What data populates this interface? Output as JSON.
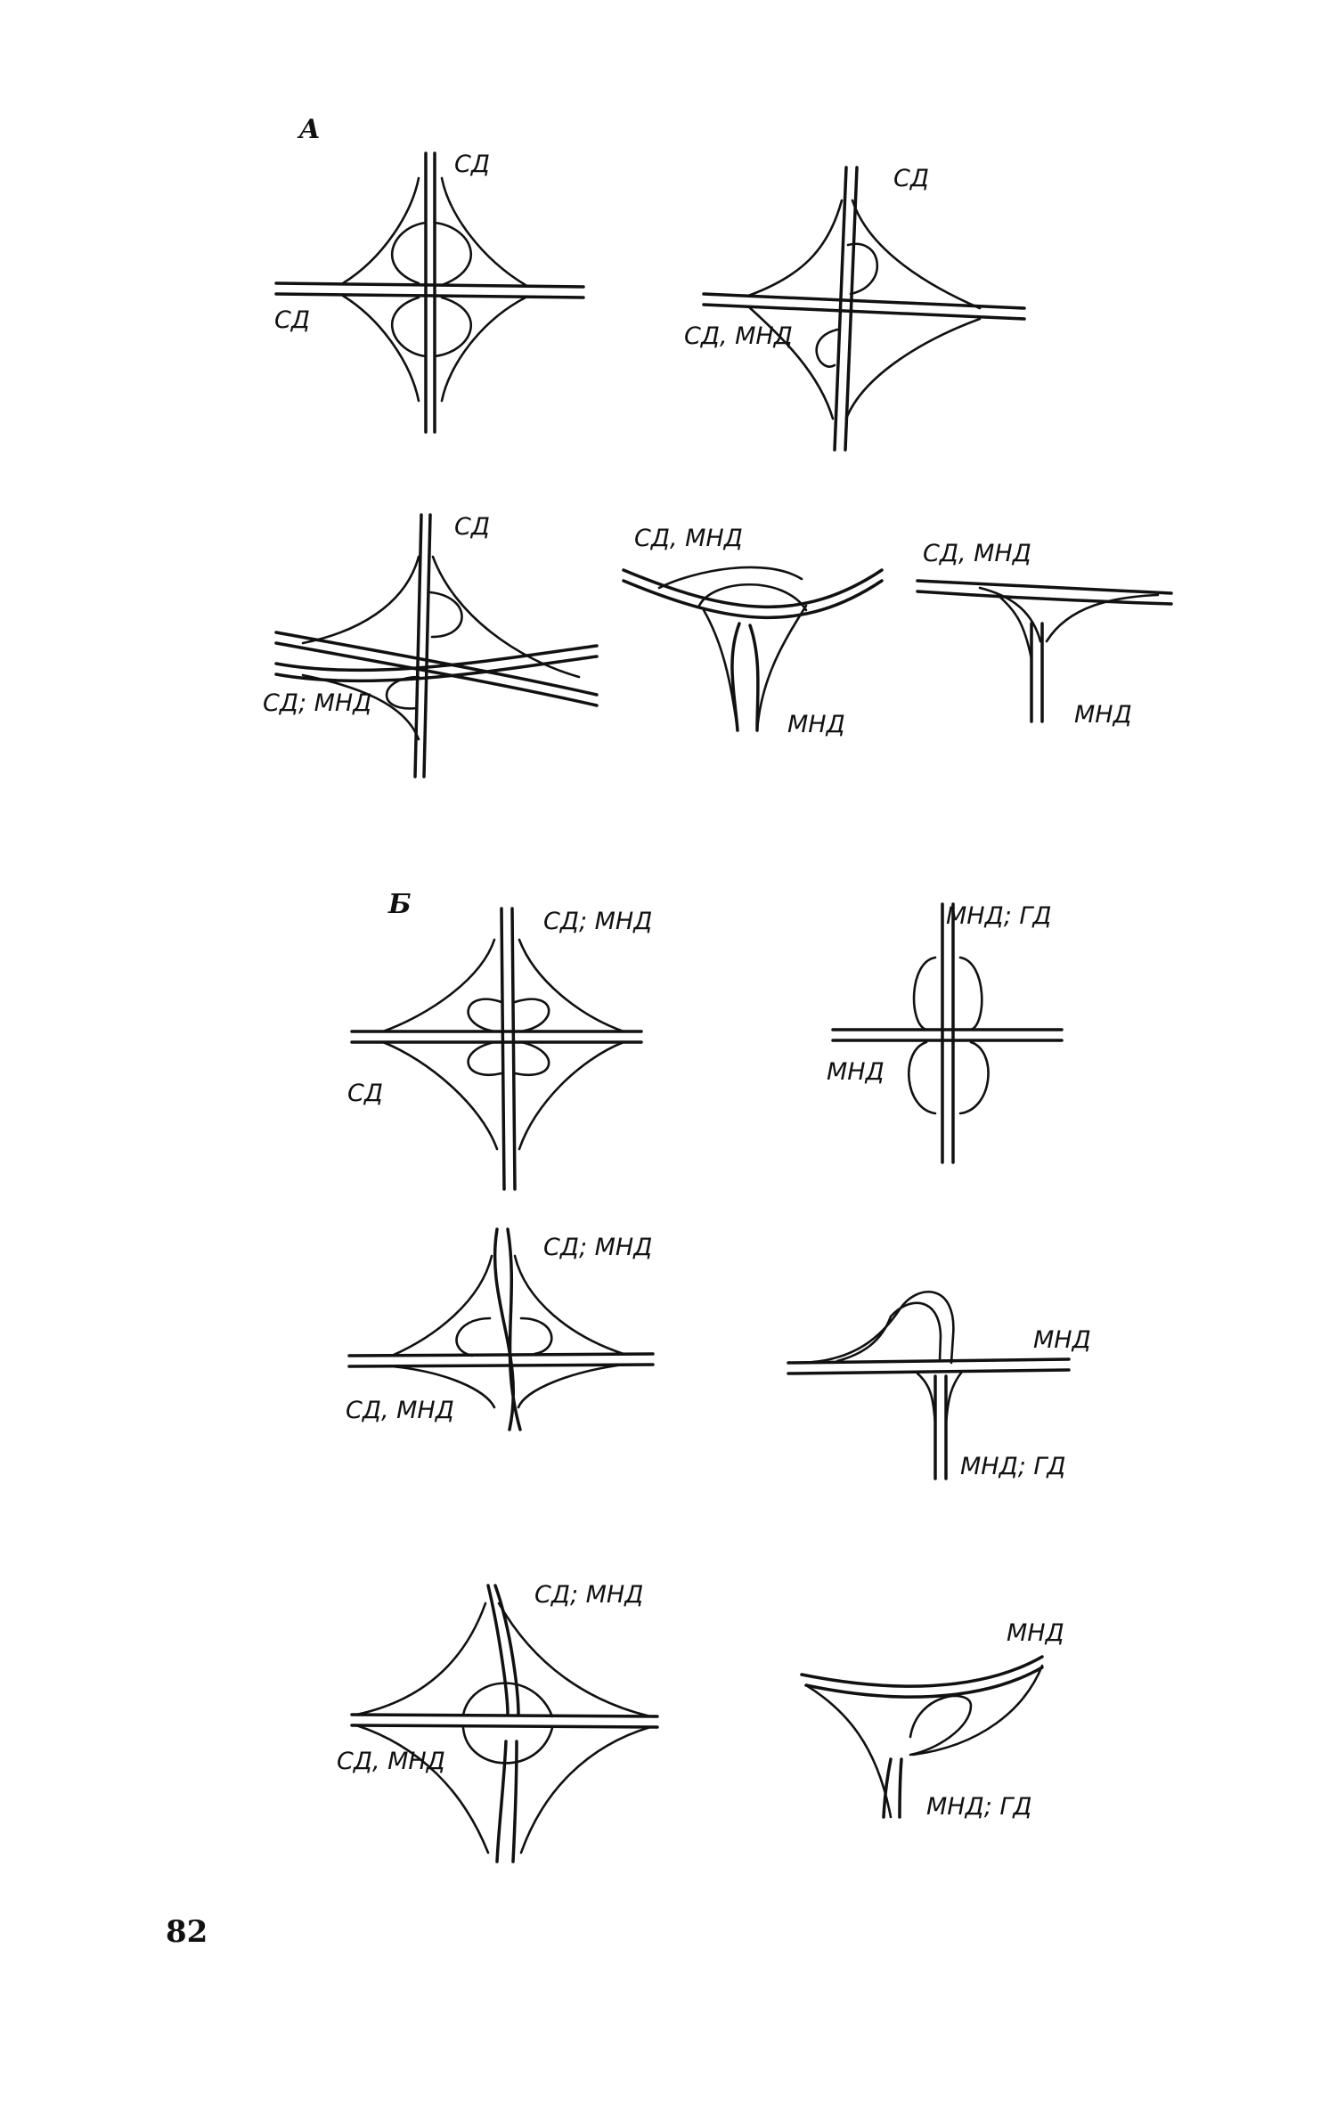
{
  "sections": {
    "a": {
      "letter": "A"
    },
    "b": {
      "letter": "Б"
    }
  },
  "diagrams": {
    "a1": {
      "top": "СД",
      "left": "СД"
    },
    "a2": {
      "top": "СД",
      "left": "СД, МНД"
    },
    "a3": {
      "top": "СД",
      "left": "СД; МНД"
    },
    "a4": {
      "top": "СД, МНД",
      "bottom": "МНД"
    },
    "a5": {
      "top": "СД, МНД",
      "bottom": "МНД"
    },
    "b1": {
      "top": "СД; МНД",
      "left": "СД"
    },
    "b2": {
      "top": "МНД; ГД",
      "left": "МНД"
    },
    "b3": {
      "top": "СД; МНД",
      "left": "СД, МНД"
    },
    "b4": {
      "right": "МНД",
      "bottom": "МНД; ГД"
    },
    "b5": {
      "top": "СД; МНД",
      "left": "СД, МНД"
    },
    "b6": {
      "top": "МНД",
      "bottom": "МНД; ГД"
    }
  },
  "page_number": "82"
}
